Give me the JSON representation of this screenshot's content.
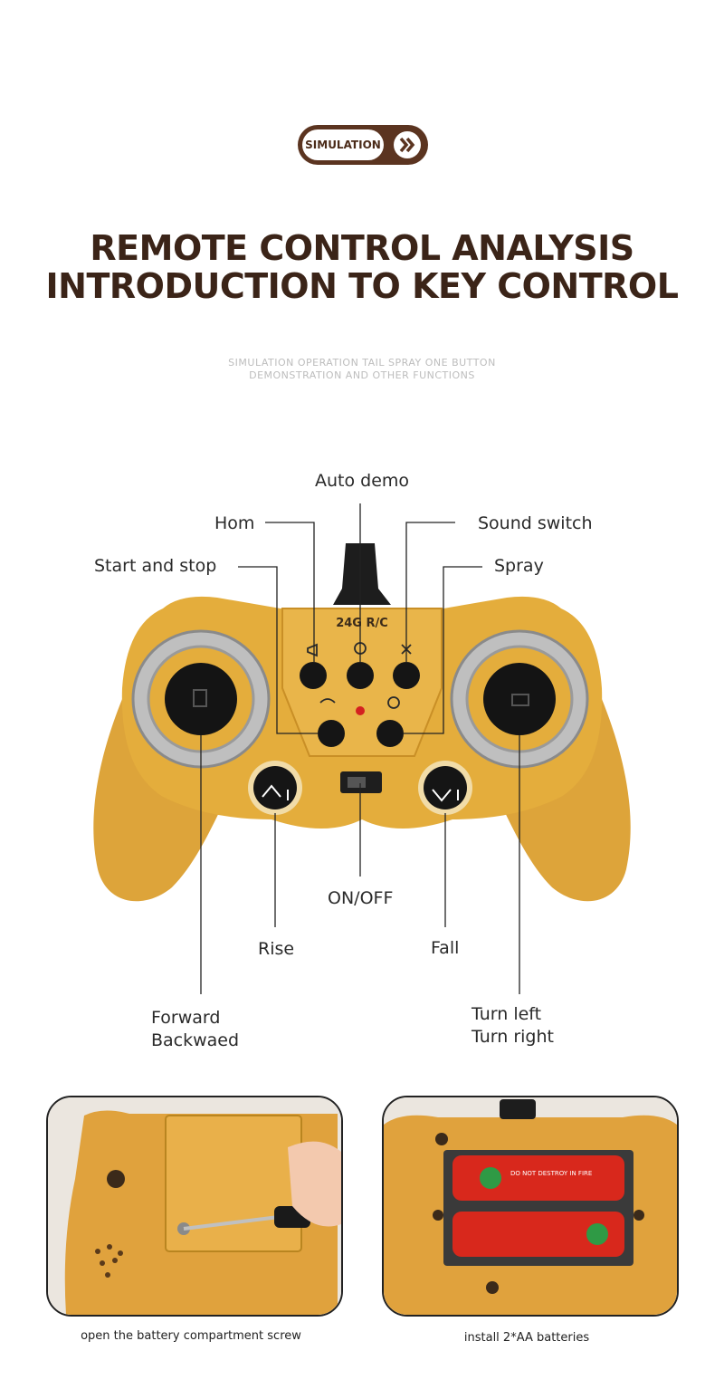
{
  "badge": {
    "label": "SIMULATION",
    "icon": "double-chevron-right-icon"
  },
  "title": {
    "line1": "REMOTE CONTROL ANALYSIS",
    "line2": "INTRODUCTION TO KEY CONTROL"
  },
  "subtitle": {
    "line1": "SIMULATION OPERATION TAIL SPRAY ONE BUTTON",
    "line2": "DEMONSTRATION AND OTHER FUNCTIONS"
  },
  "controller": {
    "model_text": "24G R/C",
    "labels": {
      "auto_demo": "Auto demo",
      "horn": "Hom",
      "sound_switch": "Sound switch",
      "start_stop": "Start and stop",
      "spray": "Spray",
      "on_off": "ON/OFF",
      "rise": "Rise",
      "fall": "Fall",
      "forward": "Forward",
      "backward": "Backwaed",
      "turn_left": "Turn left",
      "turn_right": "Turn right"
    },
    "colors": {
      "body": "#e4ad3c",
      "button": "#151515",
      "indicator": "#d42020"
    }
  },
  "photos": {
    "left_caption": "open the battery compartment screw",
    "right_caption": "install 2*AA batteries",
    "battery_text": "DO NOT DESTROY IN FIRE"
  }
}
